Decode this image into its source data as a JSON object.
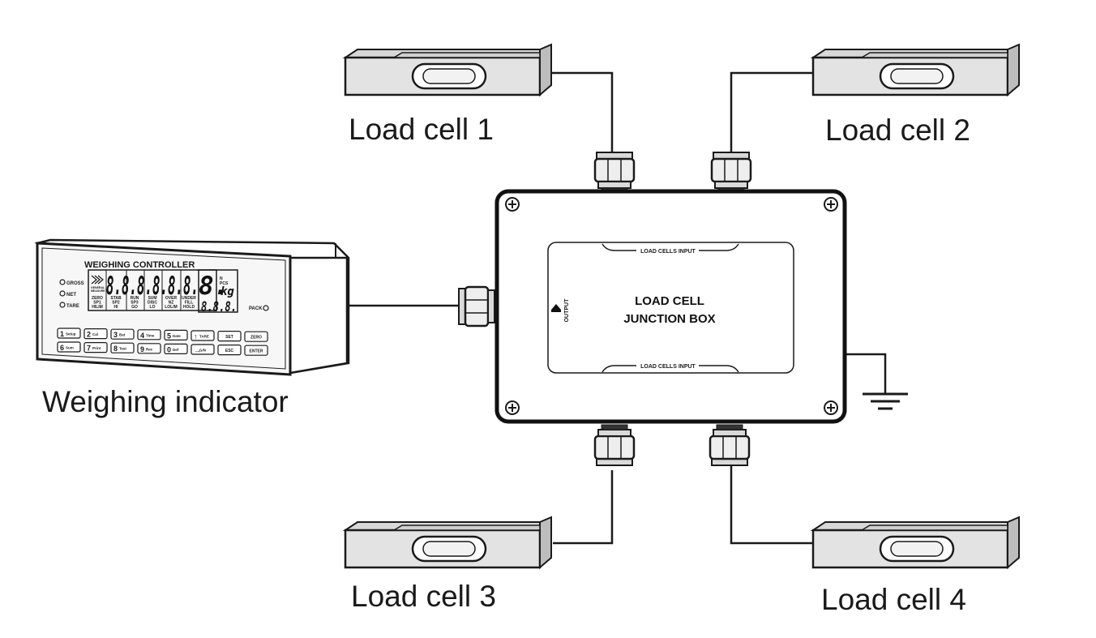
{
  "load_cells": [
    {
      "label": "Load cell 1"
    },
    {
      "label": "Load cell 2"
    },
    {
      "label": "Load cell 3"
    },
    {
      "label": "Load cell 4"
    }
  ],
  "junction_box": {
    "title_line1": "LOAD CELL",
    "title_line2": "JUNCTION BOX",
    "input_label": "LOAD CELLS INPUT",
    "output_label": "OUTPUT"
  },
  "indicator": {
    "caption": "Weighing indicator",
    "panel_title": "WEIGHING CONTROLLER",
    "leds": [
      "GROSS",
      "NET",
      "TARE"
    ],
    "pack_label": "PACK",
    "main_digits": "8.8.8.8.8.8.",
    "aux_digits": "8.8.8.",
    "unit_top": "N",
    "unit_mid": "PCS",
    "unit_main": "kg",
    "logo_text_1": "GENERAL",
    "logo_text_2": "MEASURE",
    "annunciators": [
      [
        "ZERO",
        "SP1",
        "HILIM"
      ],
      [
        "STAB",
        "SP2",
        "HI"
      ],
      [
        "RUN",
        "SP3",
        "GO"
      ],
      [
        "SUM",
        "DISC",
        "LO"
      ],
      [
        "OVER",
        "NZ",
        "LOLIM"
      ],
      [
        "UNDER",
        "FILL",
        "HOLD"
      ]
    ],
    "keys_row1": [
      {
        "num": "1",
        "label": "Setup"
      },
      {
        "num": "2",
        "label": "Cal"
      },
      {
        "num": "3",
        "label": "Bat"
      },
      {
        "num": "4",
        "label": "Time"
      },
      {
        "num": "5",
        "label": "Date"
      },
      {
        "num": "↑",
        "label": "TARE"
      },
      {
        "num": "",
        "label": "SET"
      },
      {
        "num": "",
        "label": "ZERO"
      }
    ],
    "keys_row2": [
      {
        "num": "6",
        "label": "Sum"
      },
      {
        "num": "7",
        "label": "Print"
      },
      {
        "num": "8",
        "label": "Test"
      },
      {
        "num": "9",
        "label": "Rec"
      },
      {
        "num": "0",
        "label": "Def"
      },
      {
        "num": "→",
        "label": "G/N"
      },
      {
        "num": "",
        "label": "ESC"
      },
      {
        "num": "",
        "label": "ENTER"
      }
    ]
  }
}
